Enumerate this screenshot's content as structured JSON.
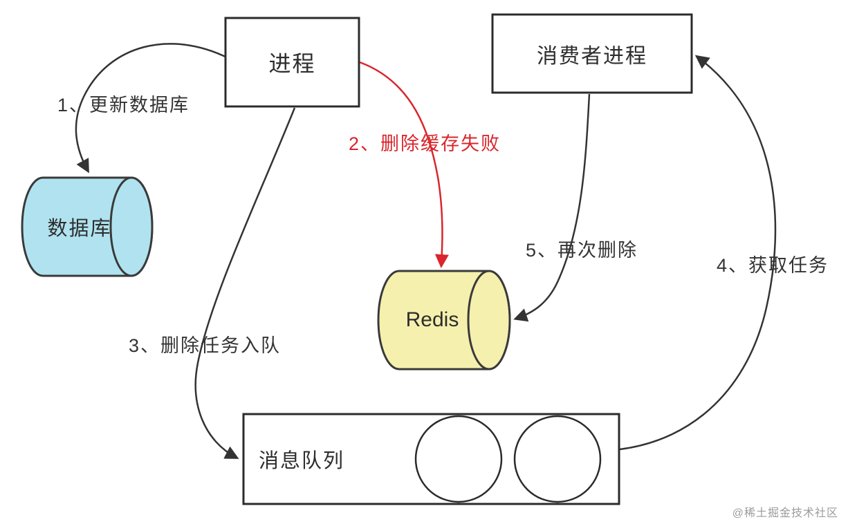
{
  "nodes": {
    "process": {
      "label": "进程",
      "fill": "#ffffff"
    },
    "consumer": {
      "label": "消费者进程",
      "fill": "#ffffff"
    },
    "database": {
      "label": "数据库",
      "fill": "#b0e3ef"
    },
    "redis": {
      "label": "Redis",
      "fill": "#f5f0ad"
    },
    "queue": {
      "label": "消息队列",
      "fill": "#ffffff"
    }
  },
  "edges": {
    "update_db": {
      "label": "1、更新数据库",
      "color": "#333333"
    },
    "delete_cache_fail": {
      "label": "2、删除缓存失败",
      "color": "#d9252b"
    },
    "enqueue_delete_task": {
      "label": "3、删除任务入队",
      "color": "#333333"
    },
    "fetch_task": {
      "label": "4、获取任务",
      "color": "#333333"
    },
    "delete_again": {
      "label": "5、再次删除",
      "color": "#333333"
    }
  },
  "watermark": {
    "label": "@稀土掘金技术社区",
    "color": "#9b9b9b"
  }
}
